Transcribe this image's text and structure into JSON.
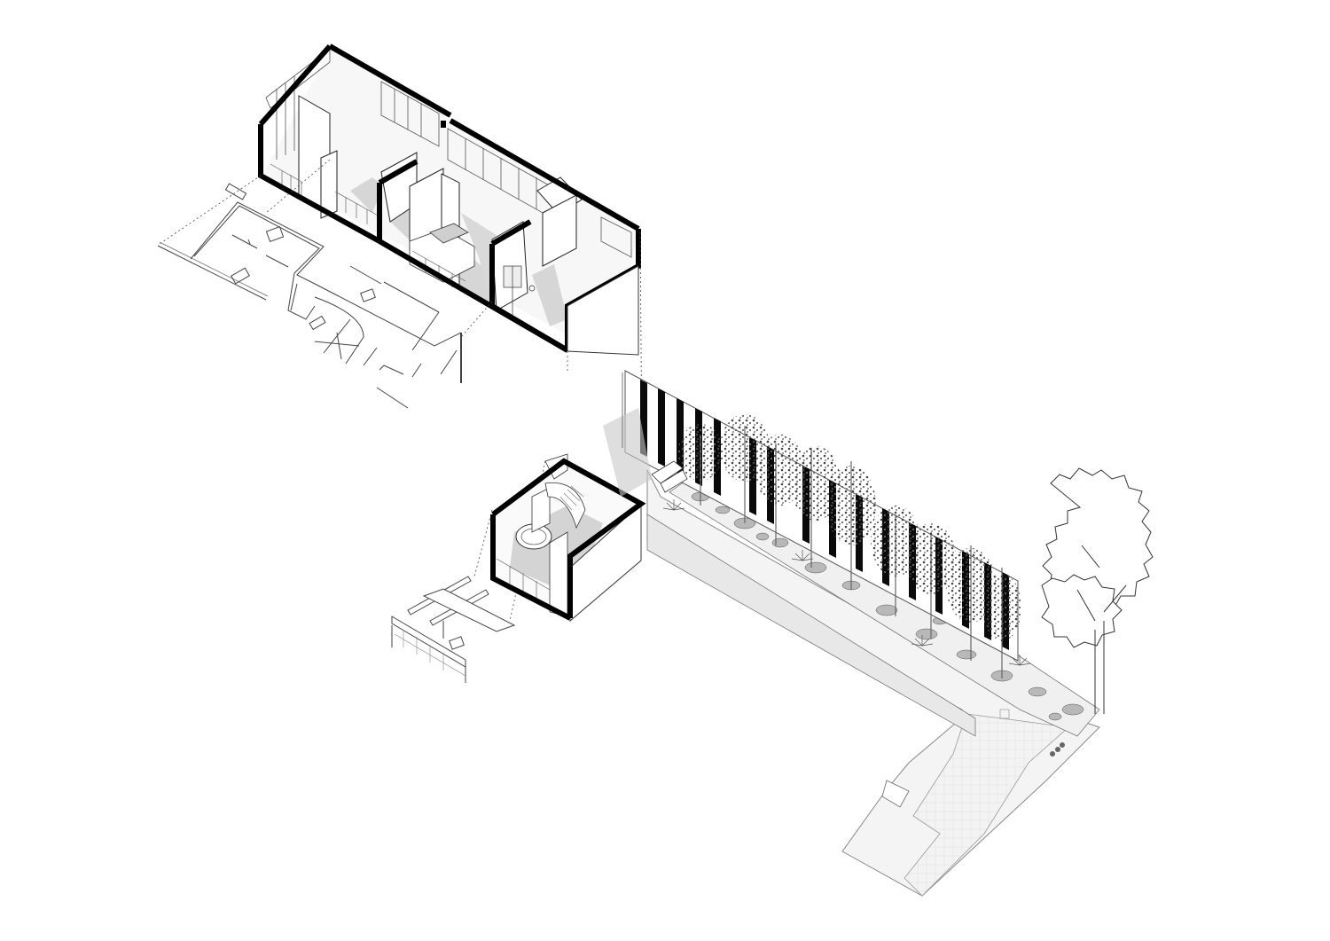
{
  "drawing": {
    "type": "exploded axonometric architectural drawing",
    "text_labels": [],
    "colors": {
      "background": "#ffffff",
      "cut_wall": "#000000",
      "line": "#333333",
      "floor_fill": "#d9d9d9",
      "paving_fill": "#f0f0f0",
      "planting_fill": "#bdbdbd"
    },
    "components": [
      {
        "id": "upper-apartment",
        "description": "Sectioned apartment volume with rooms, windows and interior fit-out"
      },
      {
        "id": "furniture-plan",
        "description": "Exploded furniture and fixture layout beneath the apartment"
      },
      {
        "id": "stair-pavilion",
        "description": "Small sectioned volume with spiral stair and bathtub"
      },
      {
        "id": "structural-frame",
        "description": "Exploded beam framework below the pavilion"
      },
      {
        "id": "garden-wall",
        "description": "Long slatted black and white boundary wall"
      },
      {
        "id": "birch-trees",
        "description": "Row of birch trees along the garden wall",
        "count": 9
      },
      {
        "id": "planting-bed",
        "description": "Planting bed with shrubs and grasses"
      },
      {
        "id": "l-shaped-paving",
        "description": "L-shaped paved courtyard path"
      },
      {
        "id": "large-tree",
        "description": "Large outline tree at garden end"
      }
    ]
  }
}
